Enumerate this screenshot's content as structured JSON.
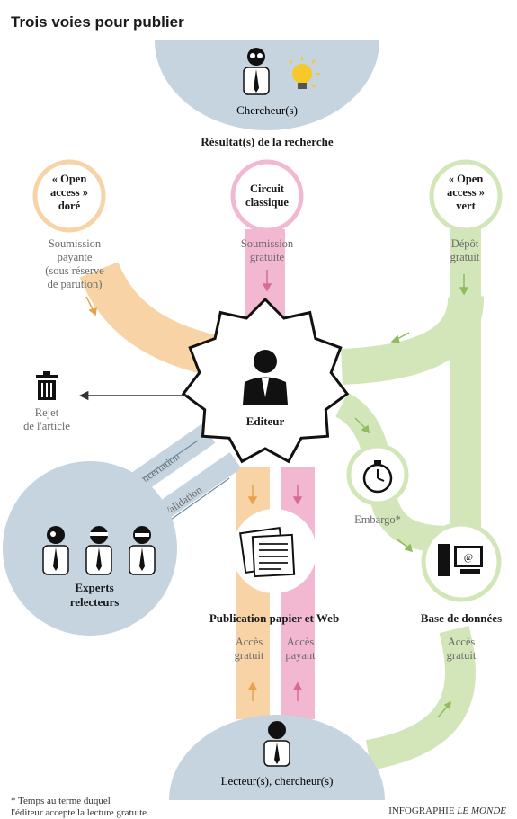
{
  "title": "Trois voies pour publier",
  "nodes": {
    "chercheur": "Chercheur(s)",
    "resultats": "Résultat(s) de la recherche",
    "oa_dore": [
      "« Open",
      "access »",
      "doré"
    ],
    "circuit": [
      "Circuit",
      "classique"
    ],
    "oa_vert": [
      "« Open",
      "access »",
      "vert"
    ],
    "editeur": "Editeur",
    "rejet": [
      "Rejet",
      "de l'article"
    ],
    "experts": [
      "Experts",
      "relecteurs"
    ],
    "embargo": "Embargo*",
    "publication": "Publication papier et Web",
    "base": "Base de données",
    "lecteur": "Lecteur(s), chercheur(s)"
  },
  "edges": {
    "soumission_payante": [
      "Soumission",
      "payante",
      "(sous réserve",
      "de parution)"
    ],
    "soumission_gratuite": [
      "Soumission",
      "gratuite"
    ],
    "depot_gratuit": [
      "Dépôt",
      "gratuit"
    ],
    "concertation": "Concertation",
    "validation": "Validation",
    "acces_gratuit": [
      "Accès",
      "gratuit"
    ],
    "acces_payant": [
      "Accès",
      "payant"
    ],
    "acces_gratuit_base": [
      "Accès",
      "gratuit"
    ]
  },
  "footnote": [
    "* Temps au terme duquel",
    "l'éditeur accepte la lecture gratuite."
  ],
  "credit": {
    "prefix": "INFOGRAPHIE",
    "name": "LE MONDE"
  },
  "colors": {
    "orange": "#f7d3a6",
    "pink": "#f2b8d1",
    "green": "#d3e6b9",
    "bluegrey": "#c5d4df",
    "orange_arrow": "#e8a24a",
    "pink_arrow": "#d86a96",
    "green_arrow": "#8fbc5c"
  },
  "icons": [
    "researcher-icon",
    "lightbulb-icon",
    "editor-icon",
    "trash-icon",
    "stopwatch-icon",
    "computer-icon",
    "newspaper-icon",
    "reviewer-icon",
    "reader-icon"
  ]
}
